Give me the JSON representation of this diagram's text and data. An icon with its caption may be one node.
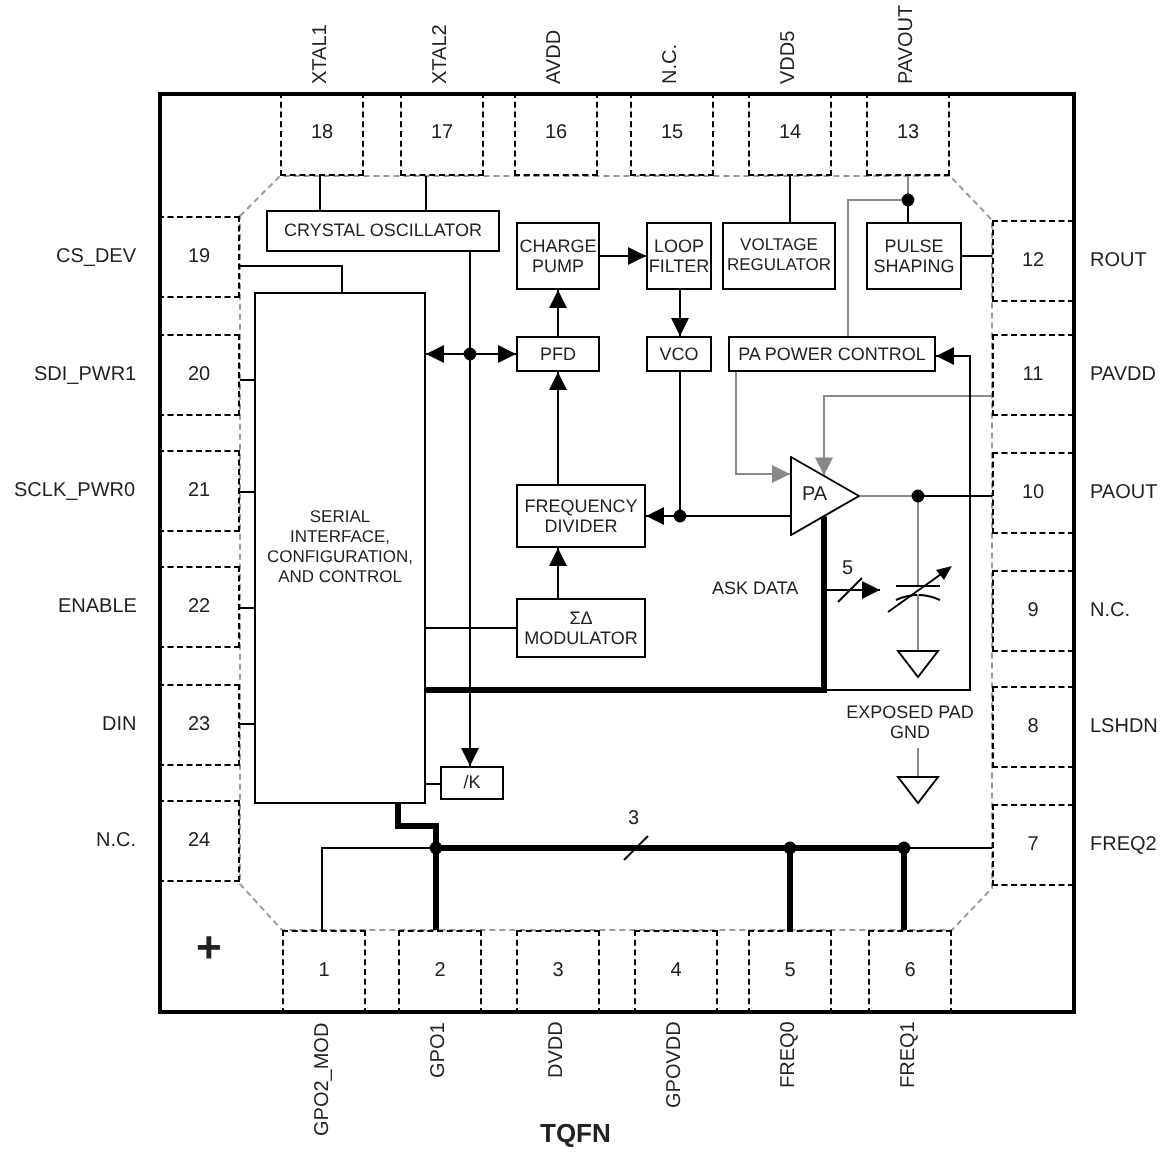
{
  "diagram": {
    "nodes": [
      {
        "text": [],
        "shape": "box"
      },
      {
        "text": [
          "18"
        ],
        "beside": [
          "XTAL1"
        ],
        "in": 0
      },
      {
        "text": [
          "17"
        ],
        "beside": [
          "XTAL2"
        ],
        "in": 0
      },
      {
        "text": [
          "16"
        ],
        "beside": [
          "AVDD"
        ],
        "in": 0
      },
      {
        "text": [
          "15"
        ],
        "beside": [
          "N.C."
        ],
        "in": 0
      },
      {
        "text": [
          "14"
        ],
        "beside": [
          "VDD5"
        ],
        "in": 0
      },
      {
        "text": [
          "13"
        ],
        "beside": [
          "PAVOUT"
        ],
        "in": 0
      },
      {
        "text": [
          "19"
        ],
        "beside": [
          "CS_DEV"
        ],
        "in": 0
      },
      {
        "text": [
          "20"
        ],
        "beside": [
          "SDI_PWR1"
        ],
        "in": 0
      },
      {
        "text": [
          "21"
        ],
        "beside": [
          "SCLK_PWR0"
        ],
        "in": 0
      },
      {
        "text": [
          "22"
        ],
        "beside": [
          "ENABLE"
        ],
        "in": 0
      },
      {
        "text": [
          "23"
        ],
        "beside": [
          "DIN"
        ],
        "in": 0
      },
      {
        "text": [
          "24"
        ],
        "beside": [
          "N.C."
        ],
        "in": 0
      },
      {
        "text": [
          "12"
        ],
        "beside": [
          "ROUT"
        ],
        "in": 0
      },
      {
        "text": [
          "11"
        ],
        "beside": [
          "PAVDD"
        ],
        "in": 0
      },
      {
        "text": [
          "10"
        ],
        "beside": [
          "PAOUT"
        ],
        "in": 0
      },
      {
        "text": [
          "9"
        ],
        "beside": [
          "N.C."
        ],
        "in": 0
      },
      {
        "text": [
          "8"
        ],
        "beside": [
          "LSHDN"
        ],
        "in": 0
      },
      {
        "text": [
          "7"
        ],
        "beside": [
          "FREQ2"
        ],
        "in": 0
      },
      {
        "text": [
          "1"
        ],
        "beside": [
          "GPO2_MOD"
        ],
        "in": 0
      },
      {
        "text": [
          "2"
        ],
        "beside": [
          "GPO1"
        ],
        "in": 0
      },
      {
        "text": [
          "3"
        ],
        "beside": [
          "DVDD"
        ],
        "in": 0
      },
      {
        "text": [
          "4"
        ],
        "beside": [
          "GPOVDD"
        ],
        "in": 0
      },
      {
        "text": [
          "5"
        ],
        "beside": [
          "FREQ0"
        ],
        "in": 0
      },
      {
        "text": [
          "6"
        ],
        "beside": [
          "FREQ1"
        ],
        "in": 0
      },
      {
        "text": [
          "CRYSTAL OSCILLATOR"
        ],
        "in": 0
      },
      {
        "text": [
          "CHARGE PUMP"
        ],
        "in": 0
      },
      {
        "text": [
          "LOOP FILTER"
        ],
        "in": 0
      },
      {
        "text": [
          "VOLTAGE REGULATOR"
        ],
        "in": 0
      },
      {
        "text": [
          "PULSE SHAPING"
        ],
        "in": 0
      },
      {
        "text": [
          "SERIAL INTERFACE, CONFIGURATION, AND CONTROL"
        ],
        "in": 0
      },
      {
        "text": [
          "PFD"
        ],
        "in": 0
      },
      {
        "text": [
          "VCO"
        ],
        "in": 0
      },
      {
        "text": [
          "PA POWER CONTROL"
        ],
        "in": 0
      },
      {
        "text": [
          "PA"
        ],
        "in": 0
      },
      {
        "text": [
          "FREQUENCY DIVIDER"
        ],
        "in": 0
      },
      {
        "text": [
          "ΣΔ MODULATOR"
        ],
        "in": 0
      },
      {
        "text": [
          "/K"
        ],
        "in": 0
      },
      {
        "text": [],
        "shape": "capacitor",
        "in": 0
      },
      {
        "text": [],
        "shape": "ground",
        "in": 0
      },
      {
        "text": [
          "EXPOSED PAD GND"
        ],
        "in": 0
      },
      {
        "text": [],
        "shape": "ground",
        "in": 0
      }
    ],
    "edges": [
      {
        "from": 1,
        "to": 25,
        "arrow": "none"
      },
      {
        "from": 2,
        "to": 25,
        "arrow": "none"
      },
      {
        "from": 25,
        "to": 37,
        "arrow": "to"
      },
      {
        "from": 30,
        "to": 31,
        "arrow": "both"
      },
      {
        "from": 31,
        "to": 26,
        "arrow": "to"
      },
      {
        "from": 26,
        "to": 27,
        "arrow": "to"
      },
      {
        "from": 27,
        "to": 32,
        "arrow": "to"
      },
      {
        "from": 32,
        "to": 35,
        "arrow": "to"
      },
      {
        "from": 32,
        "to": 34,
        "arrow": "none"
      },
      {
        "from": 35,
        "to": 31,
        "arrow": "to"
      },
      {
        "from": 36,
        "to": 35,
        "arrow": "to"
      },
      {
        "from": 30,
        "to": 36,
        "arrow": "none"
      },
      {
        "from": 33,
        "to": 34,
        "arrow": "to",
        "color": "#888888"
      },
      {
        "from": 14,
        "to": 34,
        "arrow": "to",
        "color": "#888888"
      },
      {
        "from": 30,
        "to": 34,
        "arrow": "none",
        "style": "thick"
      },
      {
        "from": 30,
        "to": 33,
        "arrow": "to"
      },
      {
        "from": 30,
        "to": 38,
        "arrow": "to",
        "label": "5"
      },
      {
        "from": 34,
        "to": 15,
        "arrow": "none"
      },
      {
        "from": 34,
        "to": 38,
        "arrow": "none",
        "color": "#888888"
      },
      {
        "from": 38,
        "to": 39,
        "arrow": "none",
        "color": "#888888"
      },
      {
        "from": 40,
        "to": 41,
        "arrow": "none",
        "color": "#888888"
      },
      {
        "from": 5,
        "to": 28,
        "arrow": "none"
      },
      {
        "from": 6,
        "to": 29,
        "arrow": "none"
      },
      {
        "from": 6,
        "to": 33,
        "arrow": "none",
        "color": "#888888"
      },
      {
        "from": 29,
        "to": 13,
        "arrow": "none"
      },
      {
        "from": 7,
        "to": 30,
        "arrow": "none"
      },
      {
        "from": 8,
        "to": 30,
        "arrow": "none"
      },
      {
        "from": 9,
        "to": 30,
        "arrow": "none"
      },
      {
        "from": 10,
        "to": 30,
        "arrow": "none"
      },
      {
        "from": 11,
        "to": 30,
        "arrow": "none"
      },
      {
        "from": 37,
        "to": 30,
        "arrow": "none"
      },
      {
        "from": 30,
        "to": 20,
        "arrow": "none",
        "style": "thick"
      },
      {
        "from": 30,
        "to": 19,
        "arrow": "none"
      },
      {
        "from": 30,
        "to": 23,
        "arrow": "none",
        "style": "thick",
        "label": "3"
      },
      {
        "from": 30,
        "to": 24,
        "arrow": "none",
        "style": "thick"
      },
      {
        "from": 30,
        "to": 18,
        "arrow": "none"
      }
    ],
    "labels": [
      "ASK DATA",
      "+",
      "TQFN"
    ]
  }
}
